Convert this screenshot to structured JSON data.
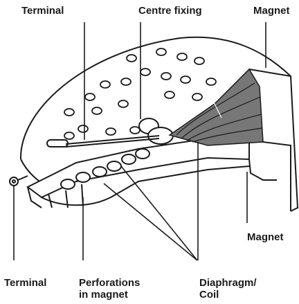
{
  "labels": {
    "terminal_top": "Terminal",
    "centre_fixing": "Centre fixing",
    "magnet_top": "Magnet",
    "magnet_right": "Magnet",
    "terminal_bottom": "Terminal",
    "perforations_line1": "Perforations",
    "perforations_line2": "in magnet",
    "diaphragm_line1": "Diaphragm/",
    "diaphragm_line2": "Coil"
  },
  "colors": {
    "ink": "#1a1a1a",
    "background": "#ffffff",
    "shading": "#555555"
  }
}
